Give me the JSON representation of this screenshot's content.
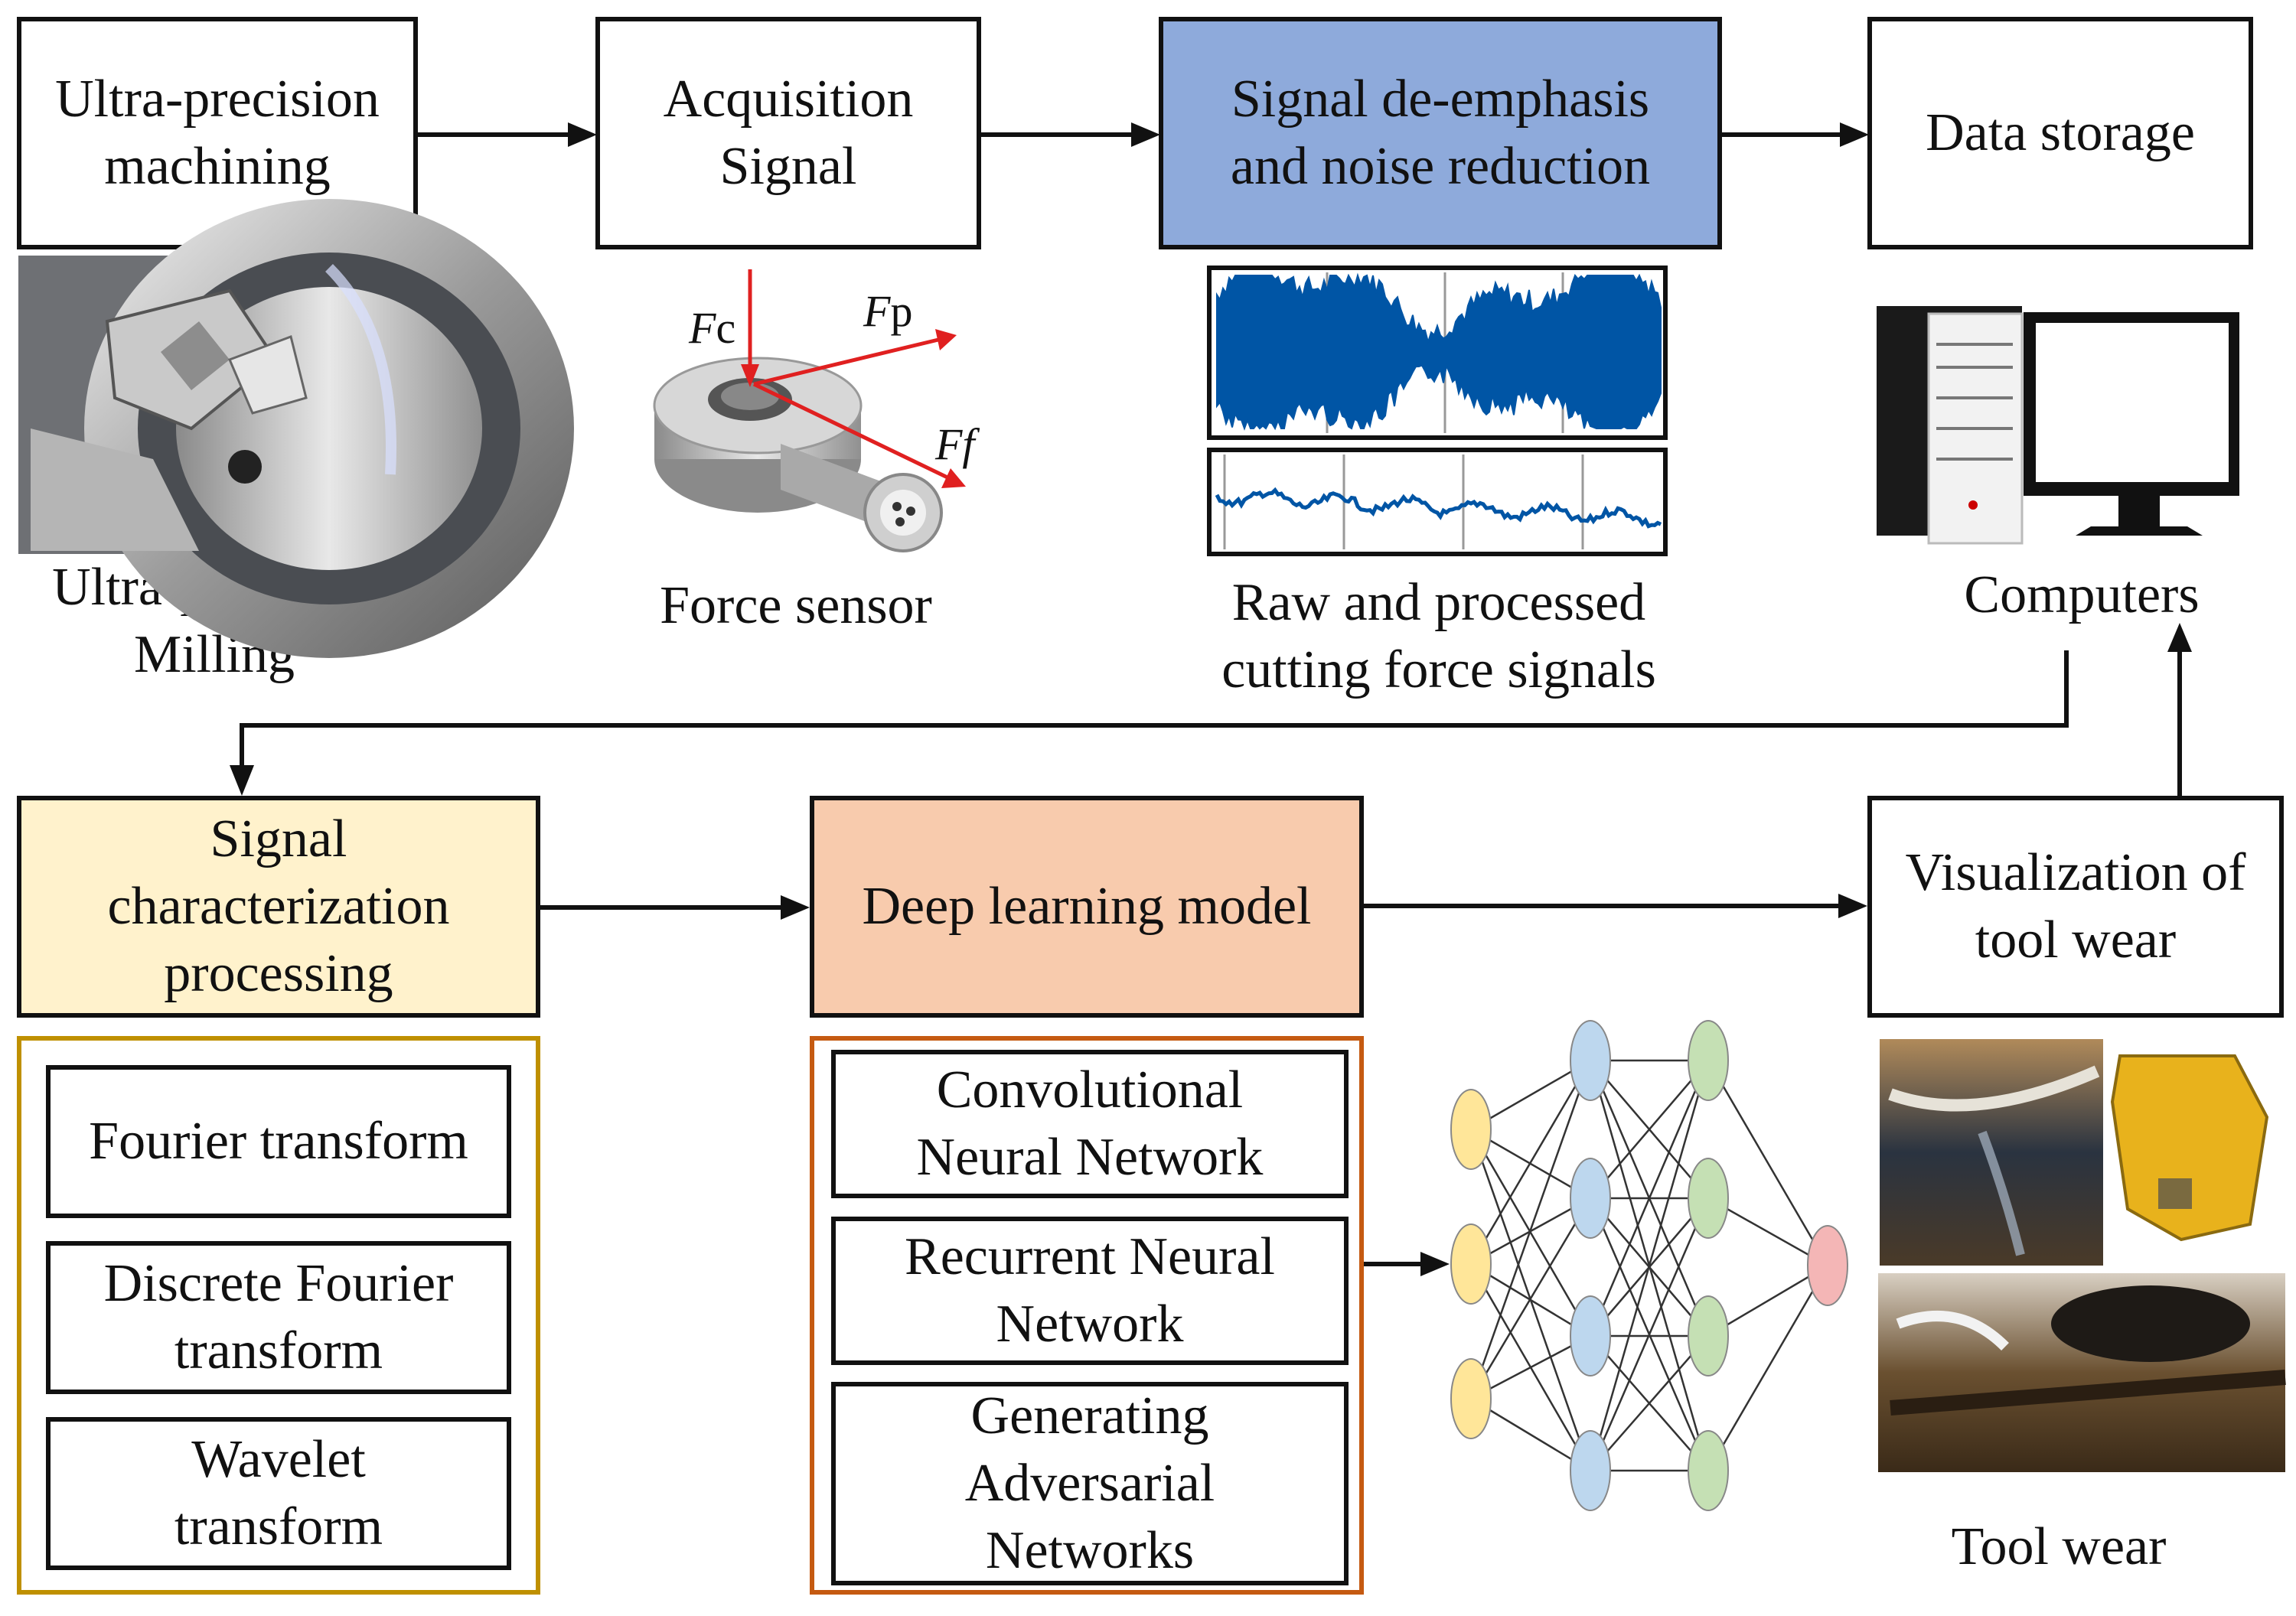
{
  "top": {
    "machining": [
      "Ultra-precision",
      "machining"
    ],
    "acquisition": [
      "Acquisition",
      "Signal"
    ],
    "deemphasis": [
      "Signal de-emphasis",
      "and noise reduction"
    ],
    "storage": [
      "Data storage"
    ]
  },
  "captions": {
    "milling": [
      "Ultra-precision",
      "Milling"
    ],
    "sensor": [
      "Force sensor"
    ],
    "signals": [
      "Raw and processed",
      "cutting force signals"
    ],
    "computers": [
      "Computers"
    ],
    "toolwear": [
      "Tool wear"
    ]
  },
  "sensor_forces": {
    "fc_italic": "F",
    "fc_sub": "c",
    "fp_italic": "F",
    "fp_sub": "p",
    "ff": "Ff"
  },
  "bottom": {
    "characterization": [
      "Signal",
      "characterization",
      "processing"
    ],
    "deep_learning": [
      "Deep learning model"
    ],
    "visualization": [
      "Visualization of",
      "tool wear"
    ]
  },
  "transforms": [
    [
      "Fourier transform"
    ],
    [
      "Discrete Fourier",
      "transform"
    ],
    [
      "Wavelet",
      "transform"
    ]
  ],
  "networks": [
    [
      "Convolutional",
      "Neural Network"
    ],
    [
      "Recurrent Neural",
      "Network"
    ],
    [
      "Generating",
      "Adversarial",
      "Networks"
    ]
  ],
  "colors": {
    "deemphasis_fill": "#8eaadb",
    "characterization_fill": "#fff2cc",
    "deep_learning_fill": "#f8cbad",
    "transform_group_border": "#bf9000",
    "network_group_border": "#c55a11",
    "signal_blue": "#0055a5",
    "force_red": "#e02020",
    "nn_input": "#ffe699",
    "nn_hidden1": "#bdd7ee",
    "nn_hidden2": "#c5e0b4",
    "nn_output": "#f4b6b6"
  }
}
